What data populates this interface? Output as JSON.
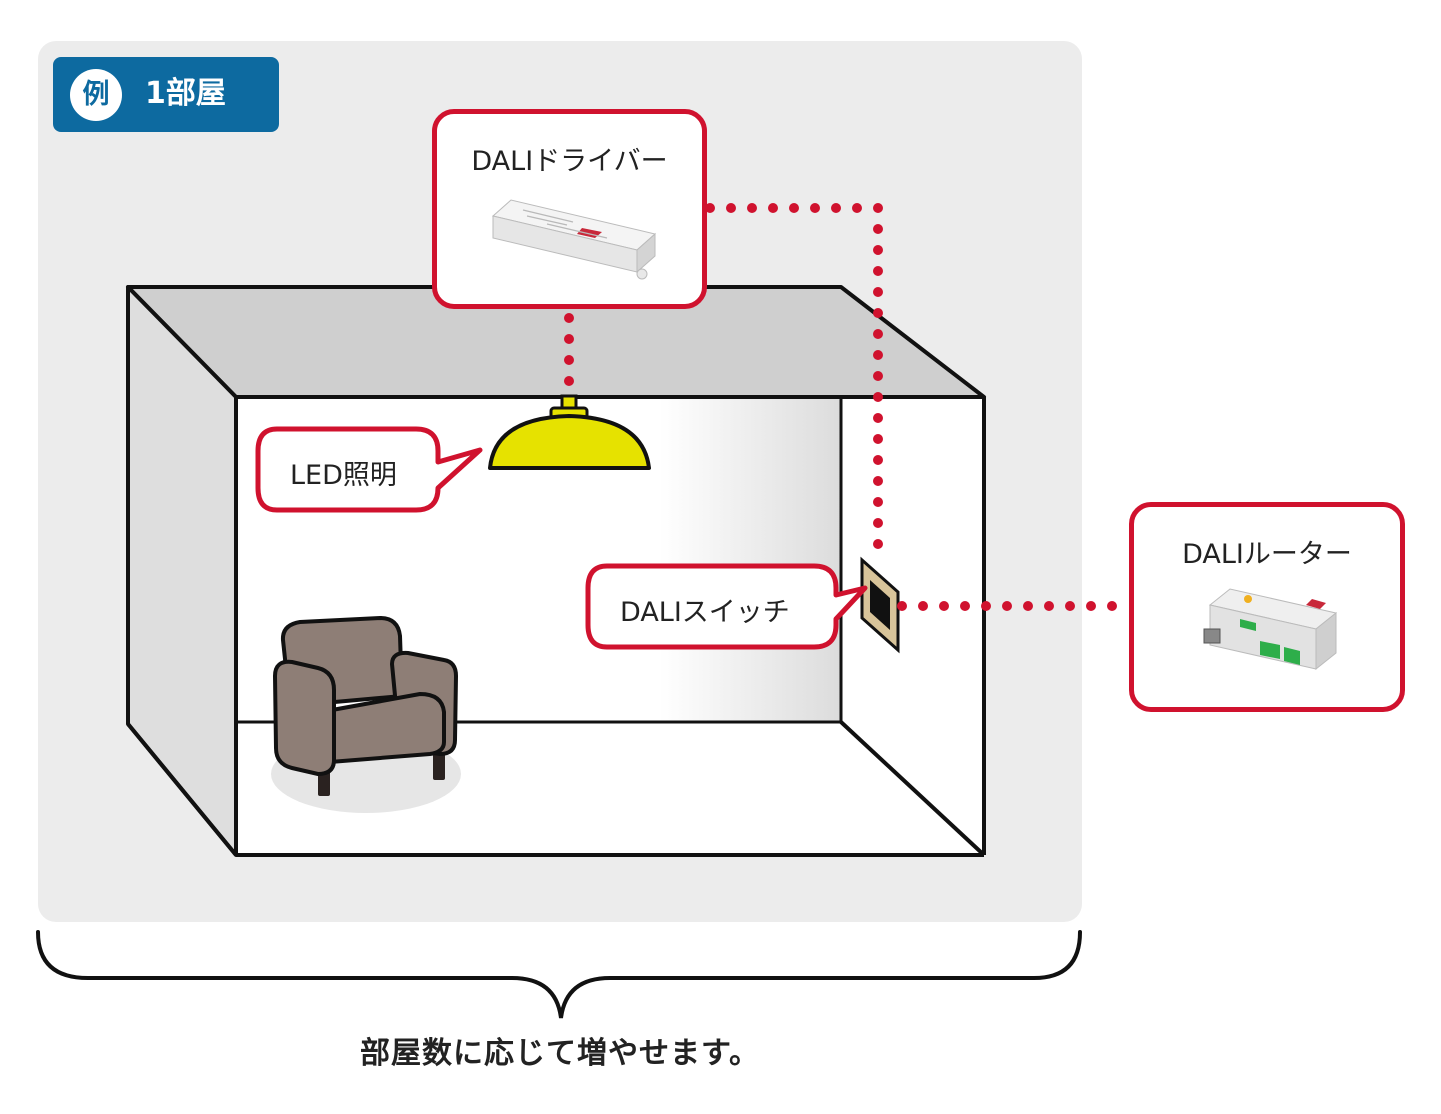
{
  "example_tag": {
    "badge": "例",
    "label": "1部屋"
  },
  "driver": {
    "label": "DALIドライバー"
  },
  "router": {
    "label": "DALIルーター"
  },
  "switch": {
    "label": "DALIスイッチ"
  },
  "light": {
    "label": "LED照明"
  },
  "caption": "部屋数に応じて増やせます。",
  "colors": {
    "accent_red": "#d0122e",
    "tag_blue": "#0d6aa0",
    "panel_gray": "#ececec",
    "lamp_yellow": "#e6e200",
    "switch_plate": "#d8c49a",
    "sofa_brown": "#8e7e76"
  }
}
